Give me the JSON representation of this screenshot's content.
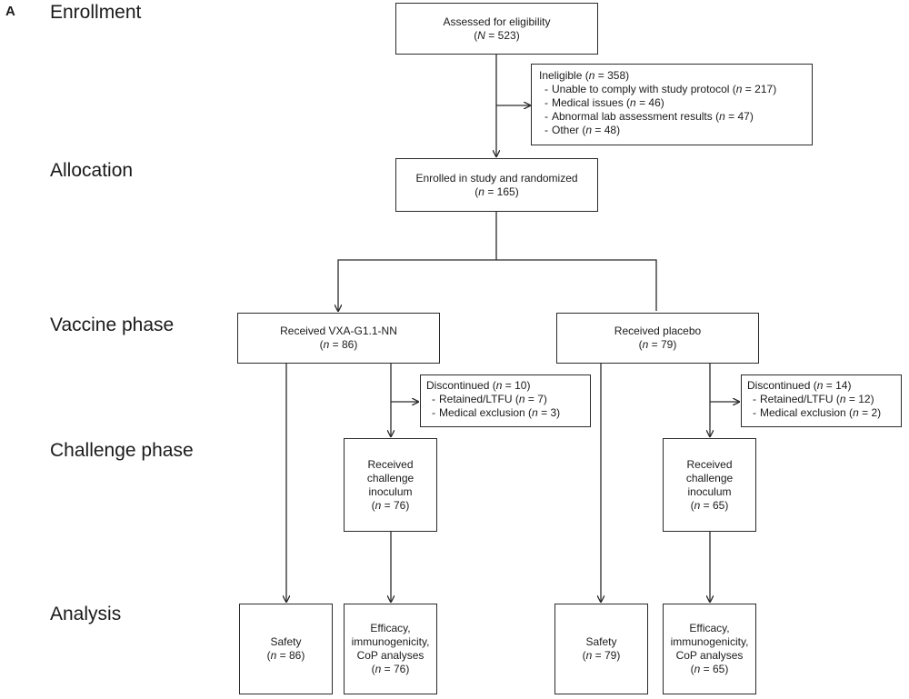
{
  "panel_label": "A",
  "stages": {
    "enrollment": "Enrollment",
    "allocation": "Allocation",
    "vaccine": "Vaccine phase",
    "challenge": "Challenge phase",
    "analysis": "Analysis"
  },
  "assessed": {
    "title": "Assessed for eligibility",
    "n_sym": "N",
    "n": "523"
  },
  "ineligible": {
    "title": "Ineligible",
    "n": "358",
    "items": [
      {
        "label": "Unable to comply with study protocol",
        "n": "217"
      },
      {
        "label": "Medical issues",
        "n": "46"
      },
      {
        "label": "Abnormal lab assessment results",
        "n": "47"
      },
      {
        "label": "Other",
        "n": "48"
      }
    ]
  },
  "enrolled": {
    "title": "Enrolled in study and randomized",
    "n": "165"
  },
  "arms": [
    {
      "received": "Received VXA-G1.1-NN",
      "n": "86",
      "discontinued": {
        "title": "Discontinued",
        "n": "10",
        "items": [
          {
            "label": "Retained/LTFU",
            "n": "7"
          },
          {
            "label": "Medical exclusion",
            "n": "3"
          }
        ]
      },
      "challenge": {
        "lines": [
          "Received",
          "challenge",
          "inoculum"
        ],
        "n": "76"
      },
      "safety": {
        "title": "Safety",
        "n": "86"
      },
      "efficacy": {
        "lines": [
          "Efficacy,",
          "immunogenicity,",
          "CoP analyses"
        ],
        "n": "76"
      }
    },
    {
      "received": "Received placebo",
      "n": "79",
      "discontinued": {
        "title": "Discontinued",
        "n": "14",
        "items": [
          {
            "label": "Retained/LTFU",
            "n": "12"
          },
          {
            "label": "Medical exclusion",
            "n": "2"
          }
        ]
      },
      "challenge": {
        "lines": [
          "Received",
          "challenge",
          "inoculum"
        ],
        "n": "65"
      },
      "safety": {
        "title": "Safety",
        "n": "79"
      },
      "efficacy": {
        "lines": [
          "Efficacy,",
          "immunogenicity,",
          "CoP analyses"
        ],
        "n": "65"
      }
    }
  ]
}
